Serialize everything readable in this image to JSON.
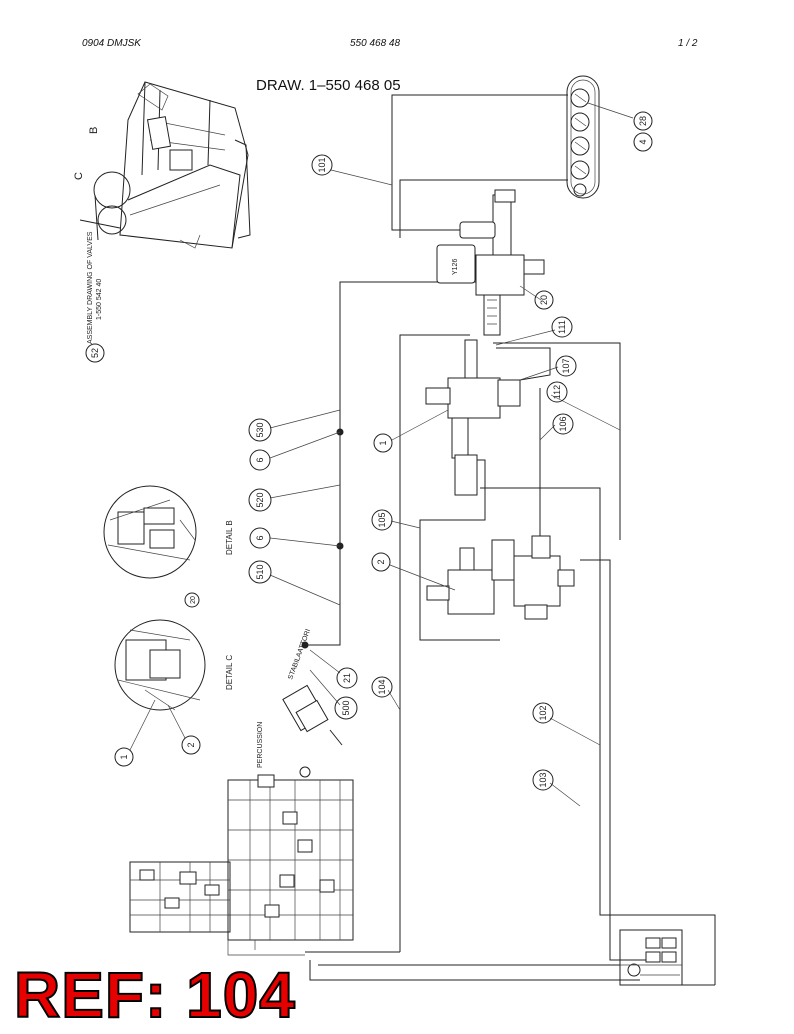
{
  "header": {
    "left": "0904 DMJSK",
    "center": "550 468 48",
    "right": "1 /  2"
  },
  "drawing_title": "DRAW. 1–550 468 05",
  "reference_label": "REF: 104",
  "rotated_texts": {
    "assembly": "ASSEMBLY DRAWING OF VALVES",
    "assembly_number": "1-550 542 40",
    "detail_b": "DETAIL B",
    "detail_c": "DETAIL C",
    "stabilaattori": "STABILAATTORI",
    "percussion": "PERCUSSION",
    "valve_code": "Y126"
  },
  "callouts": {
    "c101": "101",
    "c28": "28",
    "c4": "4",
    "c20_top": "20",
    "c111": "111",
    "c107": "107",
    "c112": "112",
    "c106": "106",
    "c530": "530",
    "c6_a": "6",
    "c520": "520",
    "c6_b": "6",
    "c510": "510",
    "c1_mid": "1",
    "c105": "105",
    "c2_mid": "2",
    "c21": "21",
    "c500": "500",
    "c104": "104",
    "c102": "102",
    "c103": "103",
    "c52": "52",
    "c20_detail": "20",
    "c1_detail": "1",
    "c2_detail": "2",
    "letter_b": "B",
    "letter_c": "C"
  }
}
